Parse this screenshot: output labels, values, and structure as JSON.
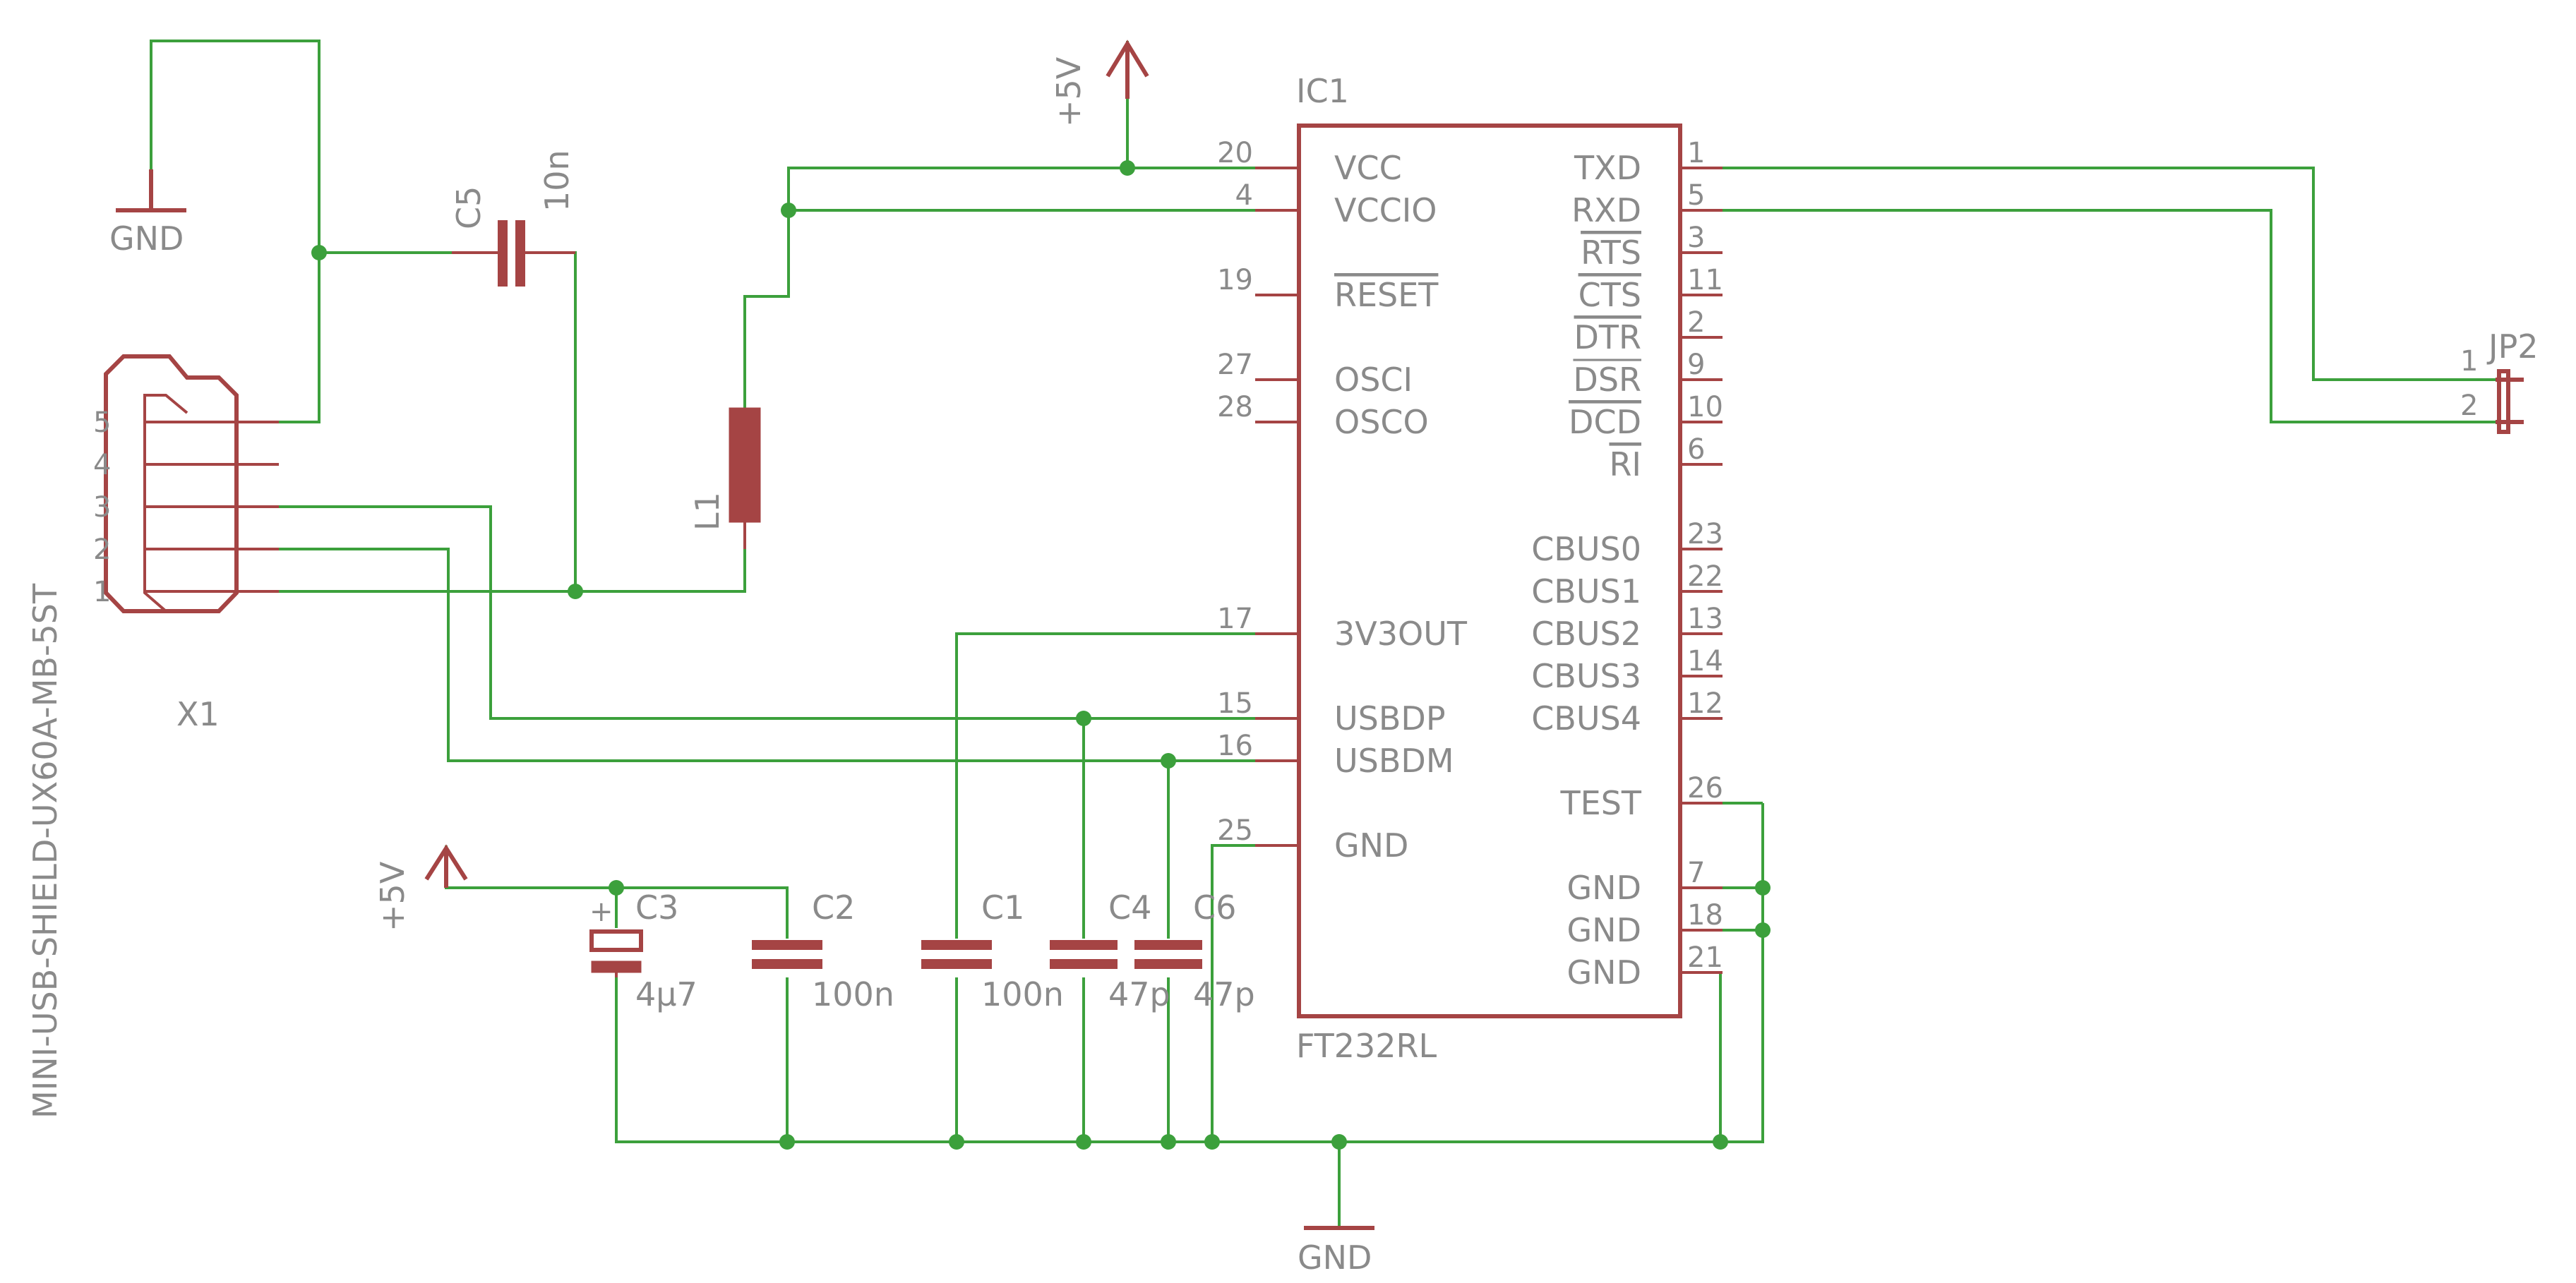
{
  "colors": {
    "wire": "#3ca03c",
    "part": "#a54444",
    "label": "#8a8a8a",
    "background": "#ffffff"
  },
  "power": {
    "vcc": "+5V",
    "gnd": "GND"
  },
  "ic": {
    "name": "IC1",
    "value": "FT232RL",
    "left_pins": [
      {
        "num": "20",
        "name": "VCC"
      },
      {
        "num": "4",
        "name": "VCCIO"
      },
      {
        "num": "19",
        "name": "RESET"
      },
      {
        "num": "27",
        "name": "OSCI"
      },
      {
        "num": "28",
        "name": "OSCO"
      },
      {
        "num": "17",
        "name": "3V3OUT"
      },
      {
        "num": "15",
        "name": "USBDP"
      },
      {
        "num": "16",
        "name": "USBDM"
      },
      {
        "num": "25",
        "name": "GND"
      }
    ],
    "right_pins": [
      {
        "num": "1",
        "name": "TXD"
      },
      {
        "num": "5",
        "name": "RXD"
      },
      {
        "num": "3",
        "name": "RTS"
      },
      {
        "num": "11",
        "name": "CTS"
      },
      {
        "num": "2",
        "name": "DTR"
      },
      {
        "num": "9",
        "name": "DSR"
      },
      {
        "num": "10",
        "name": "DCD"
      },
      {
        "num": "6",
        "name": "RI"
      },
      {
        "num": "23",
        "name": "CBUS0"
      },
      {
        "num": "22",
        "name": "CBUS1"
      },
      {
        "num": "13",
        "name": "CBUS2"
      },
      {
        "num": "14",
        "name": "CBUS3"
      },
      {
        "num": "12",
        "name": "CBUS4"
      },
      {
        "num": "26",
        "name": "TEST"
      },
      {
        "num": "7",
        "name": "GND"
      },
      {
        "num": "18",
        "name": "GND"
      },
      {
        "num": "21",
        "name": "GND"
      }
    ]
  },
  "connector": {
    "name": "X1",
    "value": "MINI-USB-SHIELD-UX60A-MB-5ST",
    "pins": [
      "5",
      "4",
      "3",
      "2",
      "1"
    ]
  },
  "header": {
    "name": "JP2",
    "pins": [
      "1",
      "2"
    ]
  },
  "inductor": {
    "name": "L1"
  },
  "caps": [
    {
      "name": "C5",
      "value": "10n"
    },
    {
      "name": "C3",
      "value": "4µ7",
      "polarity": "+"
    },
    {
      "name": "C2",
      "value": "100n"
    },
    {
      "name": "C1",
      "value": "100n"
    },
    {
      "name": "C4",
      "value": "47p"
    },
    {
      "name": "C6",
      "value": "47p"
    }
  ]
}
